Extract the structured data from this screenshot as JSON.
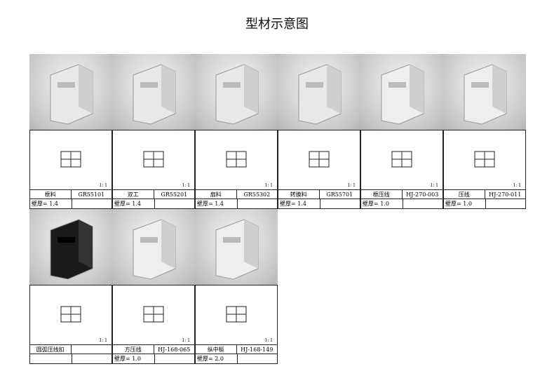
{
  "title": "型材示意图",
  "profiles": [
    {
      "name": "框料",
      "code": "GR55101",
      "thickness": "壁厚= 1.4",
      "scale": "1: 1",
      "color": "#e8e8e8"
    },
    {
      "name": "双工",
      "code": "GR55201",
      "thickness": "壁厚= 1.4",
      "scale": "1: 1",
      "color": "#e8e8e8"
    },
    {
      "name": "扇料",
      "code": "GR55302",
      "thickness": "壁厚= 1.4",
      "scale": "1: 1",
      "color": "#e8e8e8"
    },
    {
      "name": "转换料",
      "code": "GR55701",
      "thickness": "壁厚= 1.4",
      "scale": "1: 1",
      "color": "#e8e8e8"
    },
    {
      "name": "框压线",
      "code": "HJ-270-003",
      "thickness": "壁厚= 1.0",
      "scale": "1: 1",
      "color": "#eeeeee"
    },
    {
      "name": "压线",
      "code": "HJ-270-011",
      "thickness": "壁厚= 1.0",
      "scale": "1: 1",
      "color": "#eeeeee"
    },
    {
      "name": "圆弧压线扣",
      "code": "",
      "thickness": "",
      "scale": "1: 1",
      "color": "#1a1a1a"
    },
    {
      "name": "方压线",
      "code": "HJ-168-065",
      "thickness": "壁厚= 1.0",
      "scale": "1: 1",
      "color": "#eeeeee"
    },
    {
      "name": "纵中梃",
      "code": "HJ-168-149",
      "thickness": "壁厚= 2.0",
      "scale": "1: 1",
      "color": "#eeeeee"
    }
  ]
}
